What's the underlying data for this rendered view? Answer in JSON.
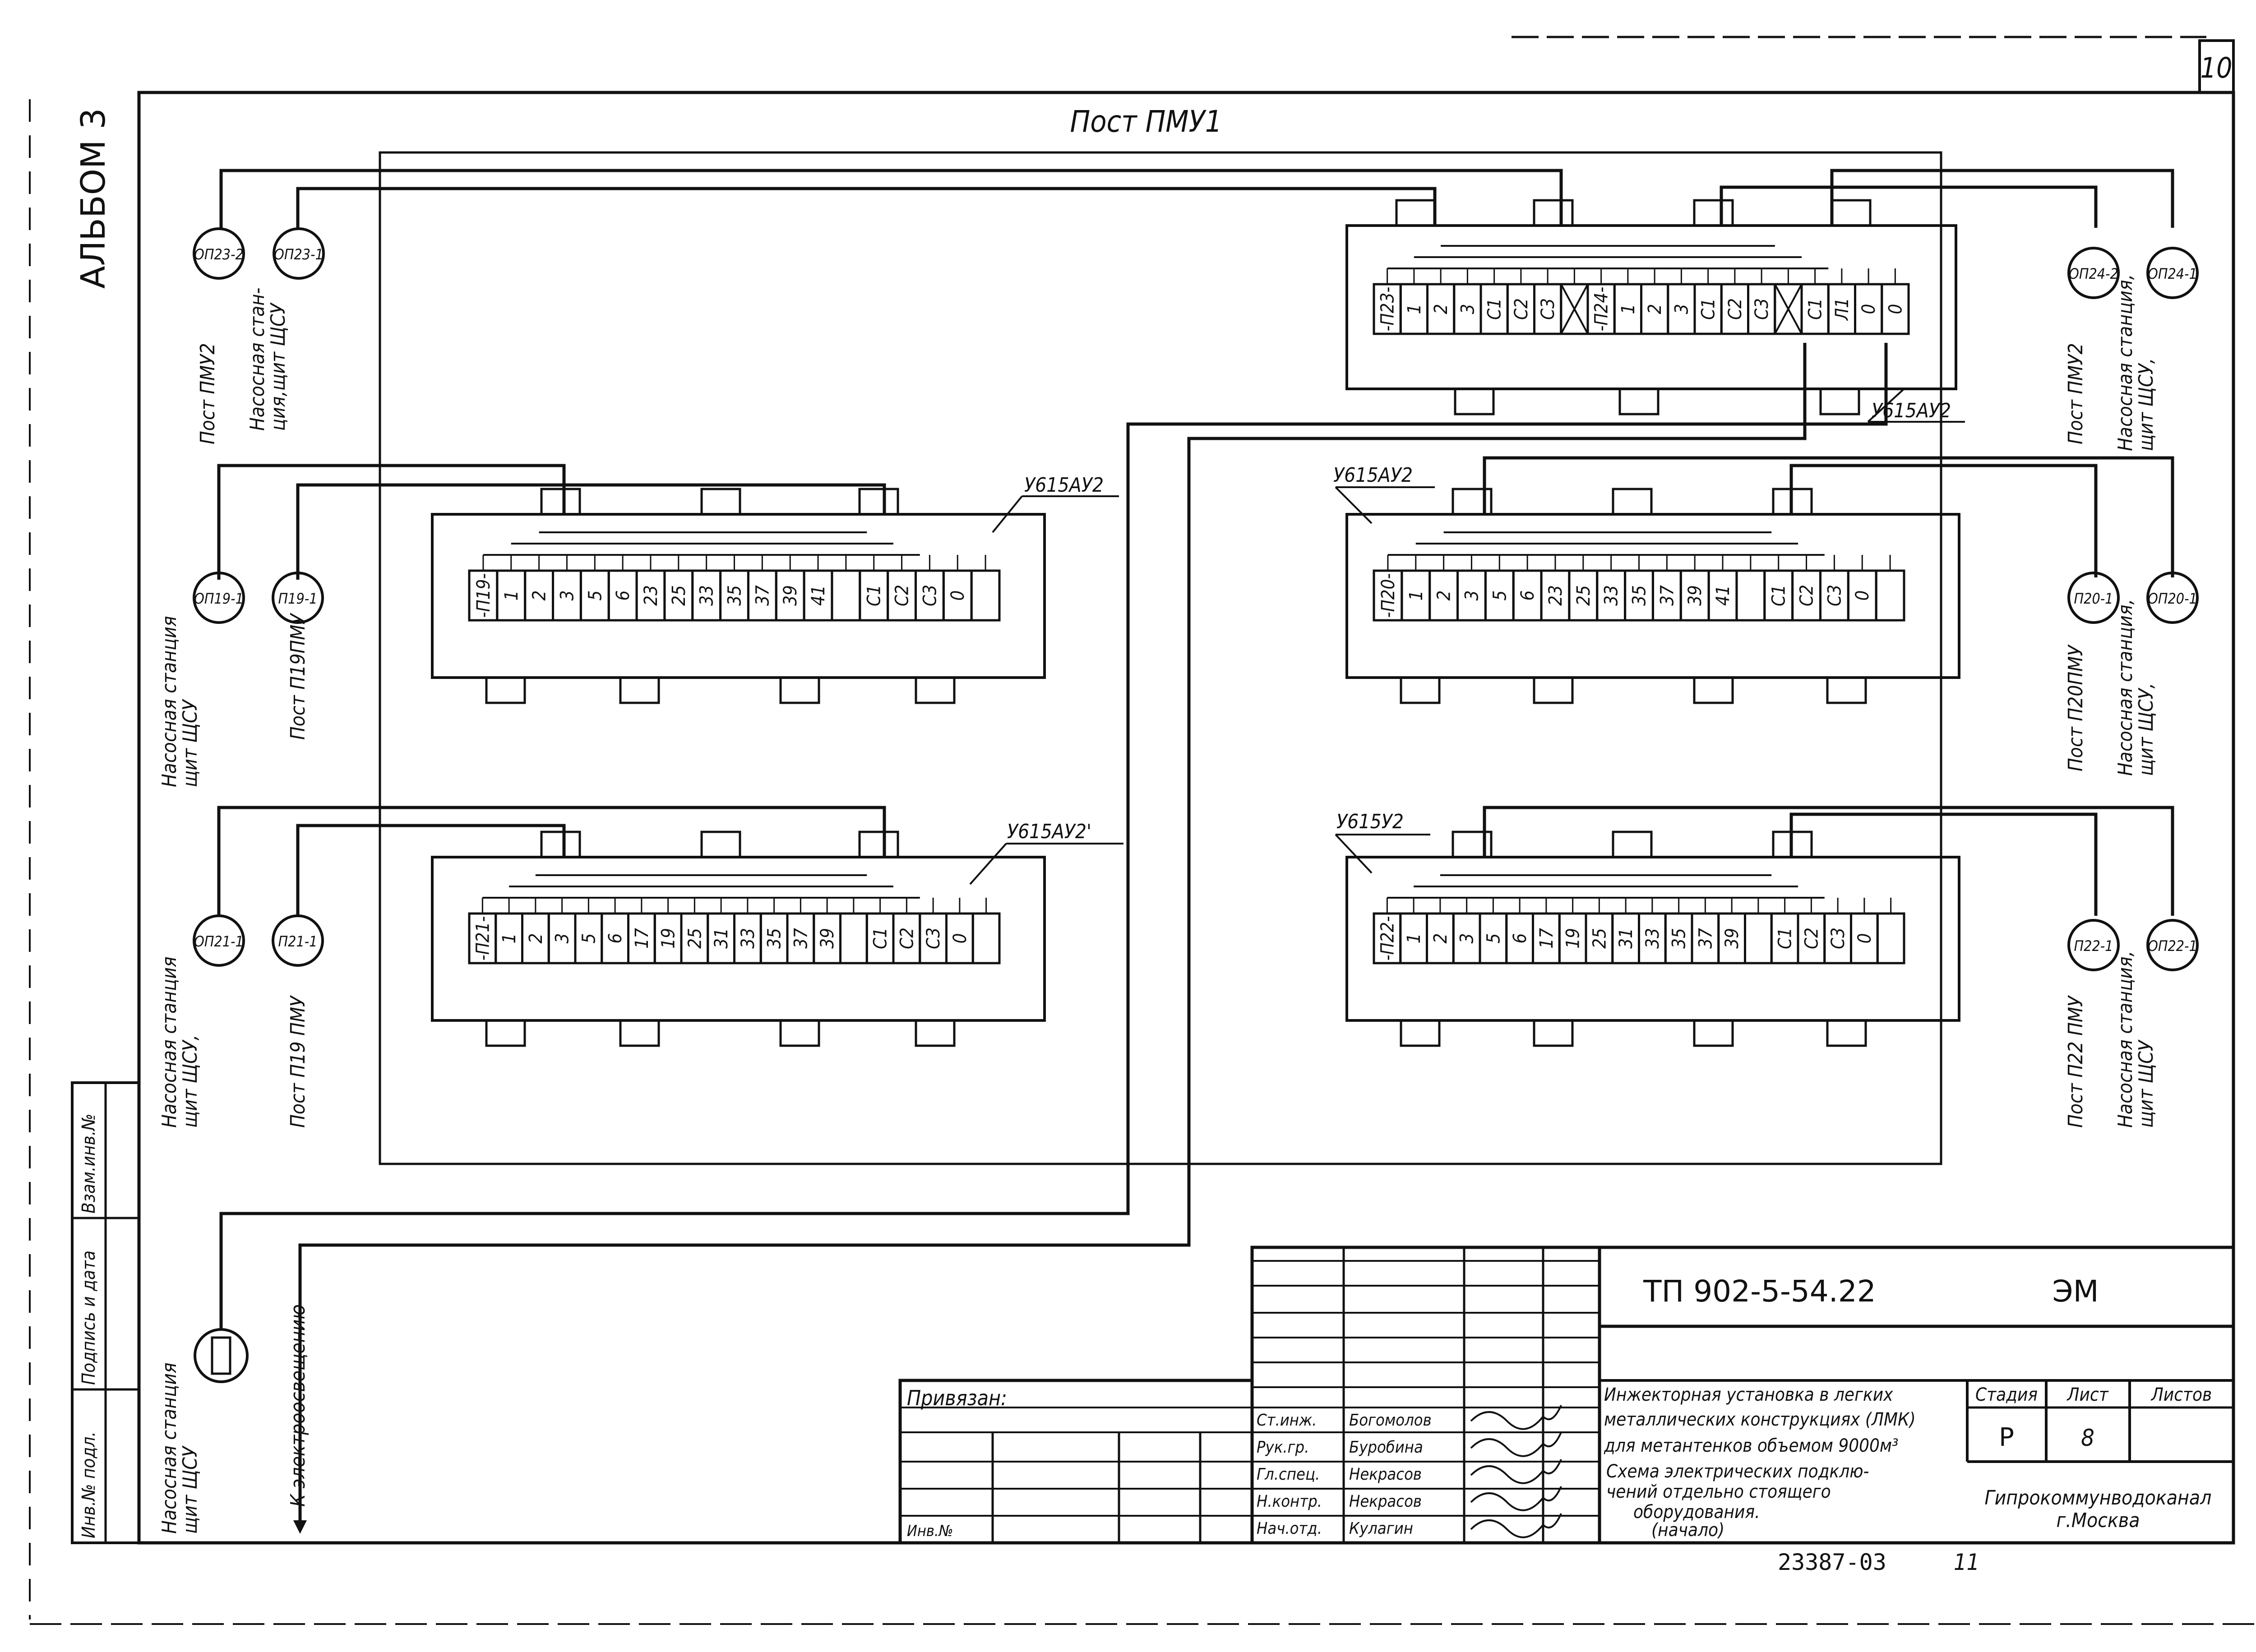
{
  "page_number": "10",
  "album_label": "АЛЬБОМ 3",
  "top_title": "Пост ПМУ1",
  "sheet_title": "Пост ПМУ1",
  "blocks": [
    {
      "id": "block-top-right",
      "label": "У615АУ2",
      "terminals": [
        "-П23-",
        "1",
        "2",
        "3",
        "С1",
        "С2",
        "С3",
        "X",
        "-П24-",
        "1",
        "2",
        "3",
        "С1",
        "С2",
        "С3",
        "X",
        "С1",
        "Л1",
        "0",
        "0"
      ]
    },
    {
      "id": "block-mid-left",
      "label": "У615АУ2",
      "terminals": [
        "-П19-",
        "1",
        "2",
        "3",
        "5",
        "6",
        "23",
        "25",
        "33",
        "35",
        "37",
        "39",
        "41",
        "",
        "С1",
        "С2",
        "С3",
        "0",
        ""
      ]
    },
    {
      "id": "block-mid-right",
      "label": "У615АУ2",
      "terminals": [
        "-П20-",
        "1",
        "2",
        "3",
        "5",
        "6",
        "23",
        "25",
        "33",
        "35",
        "37",
        "39",
        "41",
        "",
        "С1",
        "С2",
        "С3",
        "0",
        ""
      ]
    },
    {
      "id": "block-bottom-left",
      "label": "У615АУ2'",
      "terminals": [
        "-П21-",
        "1",
        "2",
        "3",
        "5",
        "6",
        "17",
        "19",
        "25",
        "31",
        "33",
        "35",
        "37",
        "39",
        "",
        "С1",
        "С2",
        "С3",
        "0",
        ""
      ]
    },
    {
      "id": "block-bottom-right",
      "label": "У615У2",
      "terminals": [
        "-П22-",
        "1",
        "2",
        "3",
        "5",
        "6",
        "17",
        "19",
        "25",
        "31",
        "33",
        "35",
        "37",
        "39",
        "",
        "С1",
        "С2",
        "С3",
        "0",
        ""
      ]
    }
  ],
  "connectors": {
    "t_left_a": "ОП23-2",
    "t_left_b": "ОП23-1",
    "t_right_a": "ОП24-2",
    "t_right_b": "ОП24-1",
    "m_left_a": "ОП19-1",
    "m_left_b": "П19-1",
    "m_right_a": "П20-1",
    "m_right_b": "ОП20-1",
    "b_left_a": "ОП21-1",
    "b_left_b": "П21-1",
    "b_right_a": "П22-1",
    "b_right_b": "ОП22-1"
  },
  "side_labels": {
    "t_left_a": "Пост ПМУ2",
    "t_left_b": "Насосная стан-\nция,щит ЩСУ",
    "t_right_a": "Пост ПМУ2",
    "t_right_b": "Насосная станция,\nщит ЩСУ,",
    "m_left_a": "Насосная станция\nщит ЩСУ",
    "m_left_b": "Пост П19ПМУ",
    "m_right_a": "Пост П20ПМУ",
    "m_right_b": "Насосная станция,\nщит ЩСУ,",
    "b_left_a": "Насосная станция\nщит ЩСУ,",
    "b_left_b": "Пост П19 ПМУ",
    "b_right_a": "Пост П22 ПМУ",
    "b_right_b": "Насосная станция,\nщит ЩСУ",
    "bottom_a": "Насосная станция\nщит ЩСУ",
    "bottom_b": "К электроосвещению"
  },
  "left_strip": [
    "Взам.инв.№",
    "Подпись и дата",
    "Инв.№ подл."
  ],
  "title_block": {
    "doc_code": "ТП 902-5-54.22",
    "section": "ЭМ",
    "description": [
      "Инжекторная установка в легких",
      "металлических конструкциях (ЛМК)",
      "для метантенков объемом 9000м³"
    ],
    "sheet_name": [
      "Схема электрических подклю-",
      "чений отдельно стоящего",
      "оборудования.",
      "(начало)"
    ],
    "stage_header": "Стадия",
    "sheet_header": "Лист",
    "sheets_header": "Листов",
    "stage_value": "Р",
    "sheet_value": "8",
    "organization": [
      "Гипрокоммунводоканал",
      "г.Москва"
    ],
    "bound_label": "Привязан:",
    "inv_label": "Инв.№",
    "signers": [
      {
        "role": "Ст.инж.",
        "name": "Богомолов"
      },
      {
        "role": "Рук.гр.",
        "name": "Буробина"
      },
      {
        "role": "Гл.спец.",
        "name": "Некрасов"
      },
      {
        "role": "Н.контр.",
        "name": "Некрасов"
      },
      {
        "role": "Нач.отд.",
        "name": "Кулагин"
      }
    ],
    "archive_number": "23387-03",
    "archive_sheet": "11"
  }
}
